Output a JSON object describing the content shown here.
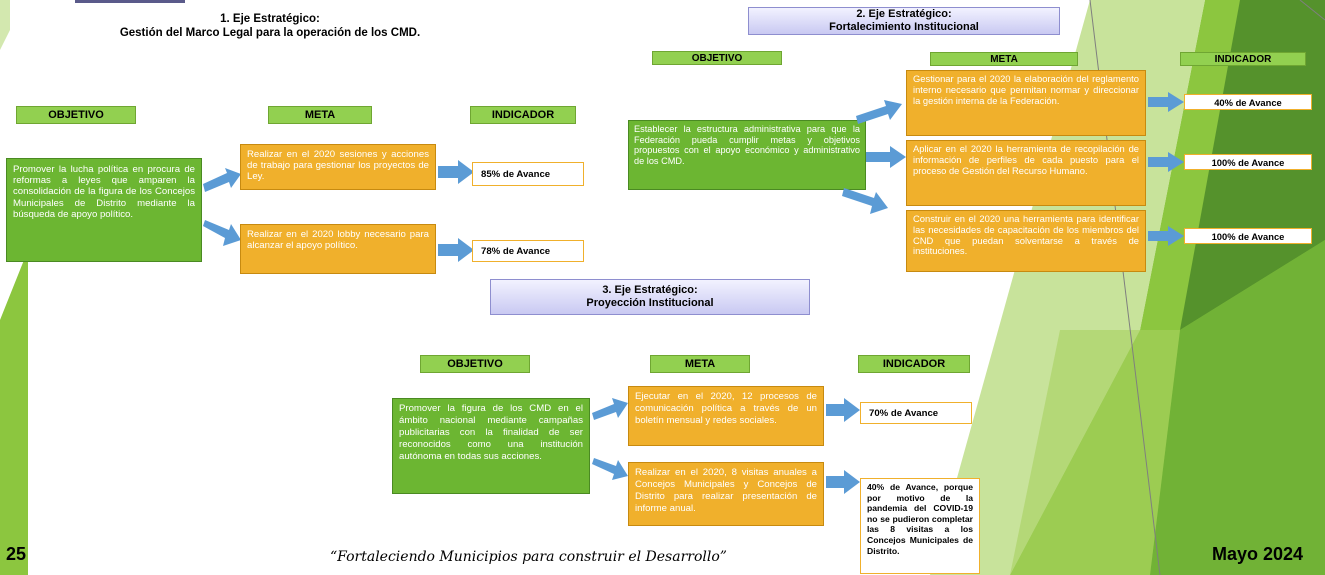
{
  "eje1": {
    "title_line1": "1.  Eje Estratégico:",
    "title_line2": "Gestión del Marco Legal para la operación de los CMD.",
    "headers": {
      "objetivo": "OBJETIVO",
      "meta": "META",
      "indicador": "INDICADOR"
    },
    "objetivo": "Promover la lucha política en procura de reformas a leyes que amparen la consolidación de la figura de los Concejos Municipales de Distrito mediante la búsqueda de apoyo político.",
    "metas": [
      "Realizar en el 2020 sesiones y acciones de trabajo para gestionar los proyectos de Ley.",
      "Realizar en el 2020 lobby necesario para alcanzar el apoyo político."
    ],
    "indicadores": [
      "85% de Avance",
      "78% de Avance"
    ]
  },
  "eje2": {
    "title_line1": "2. Eje Estratégico:",
    "title_line2": "Fortalecimiento Institucional",
    "headers": {
      "objetivo": "OBJETIVO",
      "meta": "META",
      "indicador": "INDICADOR"
    },
    "objetivo": "Establecer la estructura administrativa para que la Federación pueda cumplir metas y objetivos propuestos con el apoyo económico y administrativo de los CMD.",
    "metas": [
      "Gestionar para el 2020 la elaboración del reglamento interno necesario que permitan normar y direccionar la gestión interna de la Federación.",
      "Aplicar en el 2020 la herramienta de recopilación de información de perfiles de cada puesto para el proceso de Gestión del Recurso Humano.",
      "Construir en el 2020 una herramienta para identificar las necesidades de capacitación de los miembros del CND que puedan solventarse a través de instituciones."
    ],
    "indicadores": [
      "40% de Avance",
      "100% de Avance",
      "100% de Avance"
    ]
  },
  "eje3": {
    "title_line1": "3. Eje Estratégico:",
    "title_line2": "Proyección Institucional",
    "headers": {
      "objetivo": "OBJETIVO",
      "meta": "META",
      "indicador": "INDICADOR"
    },
    "objetivo": "Promover la figura de los CMD en el ámbito nacional mediante campañas publicitarias con la finalidad de ser reconocidos como una institución autónoma en todas sus acciones.",
    "metas": [
      "Ejecutar en el 2020, 12 procesos de comunicación política a través de un boletín mensual y redes sociales.",
      "Realizar en el 2020, 8 visitas anuales a Concejos Municipales y Concejos de Distrito para realizar presentación de informe anual."
    ],
    "indicadores": [
      "70% de Avance",
      "40% de Avance, porque por motivo de la pandemia del COVID-19 no se pudieron completar las 8 visitas a los Concejos Municipales de Distrito."
    ]
  },
  "footer": {
    "page_number": "25",
    "quote": "“Fortaleciendo Municipios para construir el Desarrollo”",
    "date": "Mayo 2024"
  },
  "colors": {
    "green_box": "#6cb632",
    "header_green": "#92d050",
    "orange_box": "#f0b02c",
    "arrow_blue": "#5b9bd5",
    "title_lavender": "#c9c9f2"
  }
}
